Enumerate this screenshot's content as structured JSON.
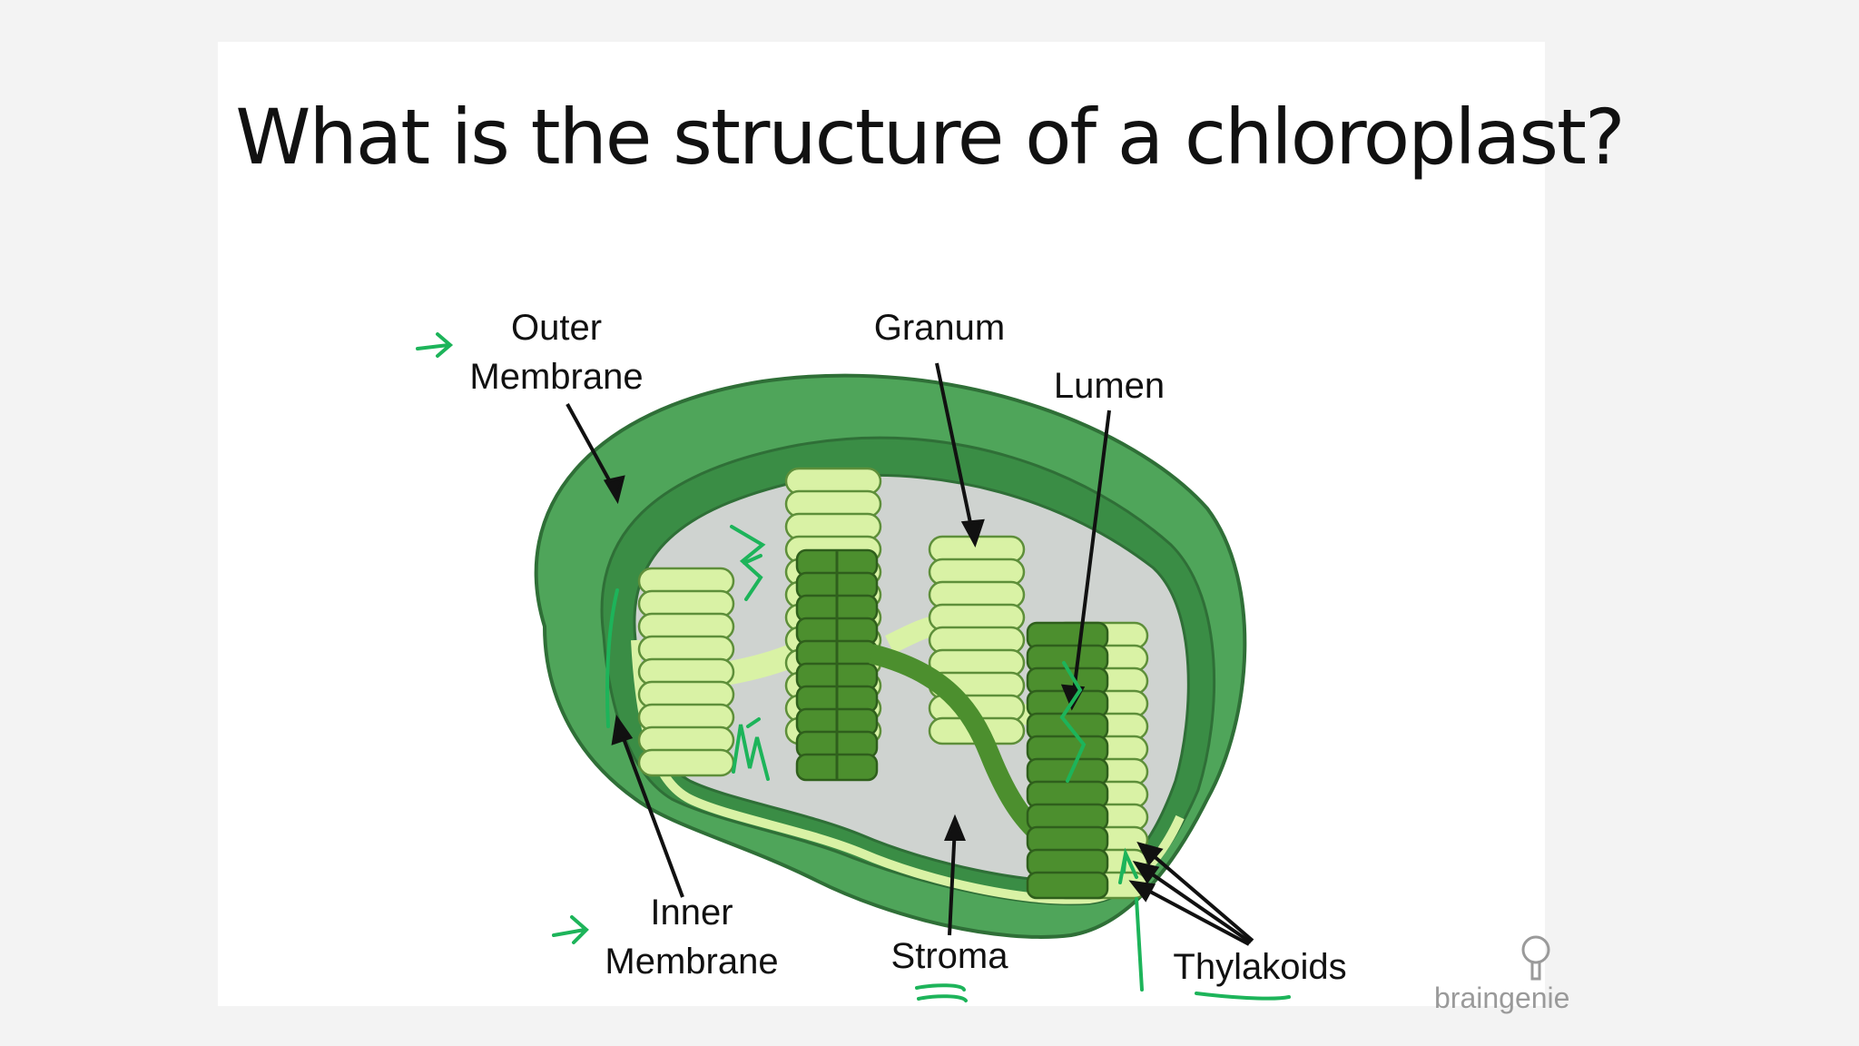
{
  "slide": {
    "title": "What is the structure of a chloroplast?"
  },
  "labels": {
    "outer_membrane_line1": "Outer",
    "outer_membrane_line2": "Membrane",
    "granum": "Granum",
    "lumen": "Lumen",
    "inner_membrane_line1": "Inner",
    "inner_membrane_line2": "Membrane",
    "stroma": "Stroma",
    "thylakoids": "Thylakoids"
  },
  "watermark": "braingenie",
  "colors": {
    "outer_membrane": "#4fa55a",
    "inner_membrane": "#3a8d45",
    "stroma": "#cfd3d0",
    "thylakoid_light": "#d9f2a5",
    "thylakoid_dark": "#4c8f2e",
    "annotation_ink": "#1db45a"
  }
}
